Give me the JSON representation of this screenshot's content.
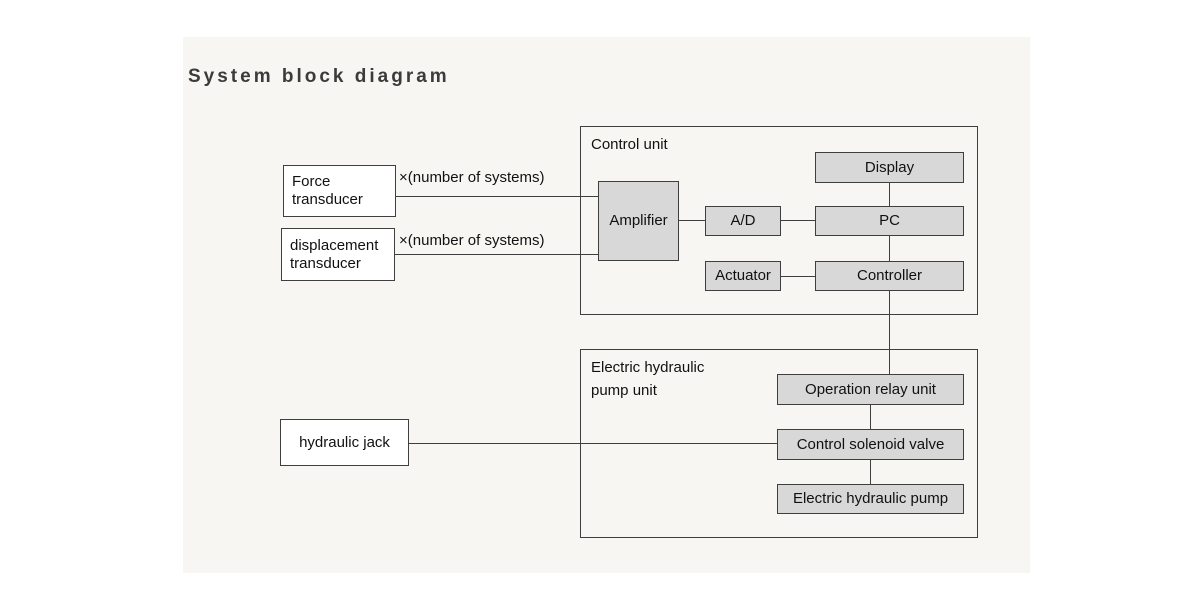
{
  "page": {
    "title": "System block diagram"
  },
  "diagram": {
    "containers": {
      "control_unit": {
        "label": "Control unit"
      },
      "pump_unit": {
        "label_line1": "Electric hydraulic",
        "label_line2": "pump unit"
      }
    },
    "nodes": {
      "force_transducer": {
        "line1": "Force",
        "line2": "transducer"
      },
      "displacement_transducer": {
        "line1": "displacement",
        "line2": "transducer"
      },
      "amplifier": {
        "label": "Amplifier"
      },
      "a_d": {
        "label": "A/D"
      },
      "display": {
        "label": "Display"
      },
      "pc": {
        "label": "PC"
      },
      "actuator": {
        "label": "Actuator"
      },
      "controller": {
        "label": "Controller"
      },
      "operation_relay_unit": {
        "label": "Operation relay unit"
      },
      "control_solenoid_valve": {
        "label": "Control solenoid valve"
      },
      "electric_hydraulic_pump": {
        "label": "Electric hydraulic pump"
      },
      "hydraulic_jack": {
        "label": "hydraulic jack"
      }
    },
    "annotations": {
      "force_multiplier": "×(number of systems)",
      "displacement_multiplier": "×(number of systems)"
    },
    "colors": {
      "node_fill": "#d8d8d8",
      "node_border": "#3f3f3f",
      "connector_line": "#3f3f3f",
      "panel_background": "#f7f6f3",
      "title_color": "#3b3b3b"
    }
  }
}
